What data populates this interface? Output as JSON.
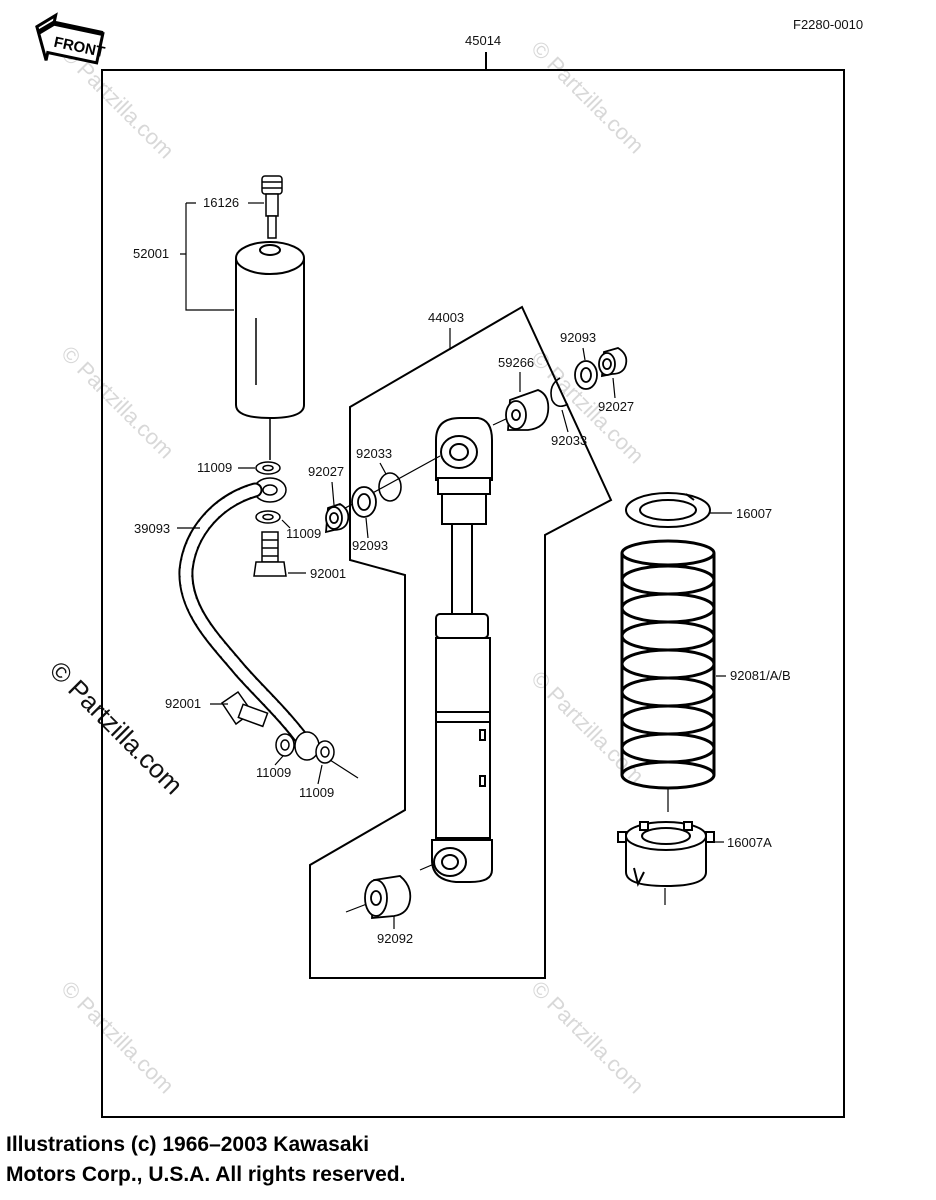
{
  "diagram_code": "F2280-0010",
  "front_label": "FRONT",
  "watermark": "© Partzilla.com",
  "parts": {
    "p45014": "45014",
    "p16126": "16126",
    "p52001": "52001",
    "p44003": "44003",
    "p92093_top": "92093",
    "p59266": "59266",
    "p92027_top": "92027",
    "p92033_right": "92033",
    "p92033_left": "92033",
    "p92027_left": "92027",
    "p92093_left": "92093",
    "p11009_a": "11009",
    "p11009_b": "11009",
    "p39093": "39093",
    "p92001_a": "92001",
    "p92001_b": "92001",
    "p11009_c": "11009",
    "p11009_d": "11009",
    "p16007": "16007",
    "p92081": "92081/A/B",
    "p16007A": "16007A",
    "p92092": "92092"
  },
  "copyright": {
    "line1": "Illustrations (c) 1966–2003 Kawasaki",
    "line2": "Motors Corp., U.S.A.  All rights reserved."
  }
}
